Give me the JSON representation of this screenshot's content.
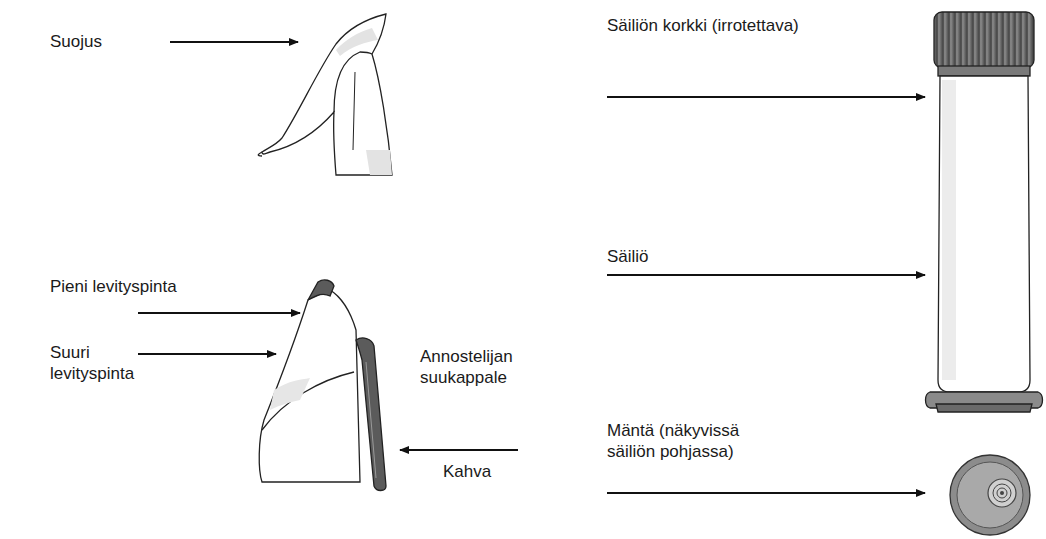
{
  "diagram": {
    "labels": [
      "Suojus",
      "Säiliön korkki (irrotettava)",
      "Säiliö",
      "Pieni levityspinta",
      "Suuri levityspinta",
      "Annostelijan suukappale",
      "Kahva",
      "Mäntä (näkyvissä säiliön pohjassa)"
    ]
  }
}
